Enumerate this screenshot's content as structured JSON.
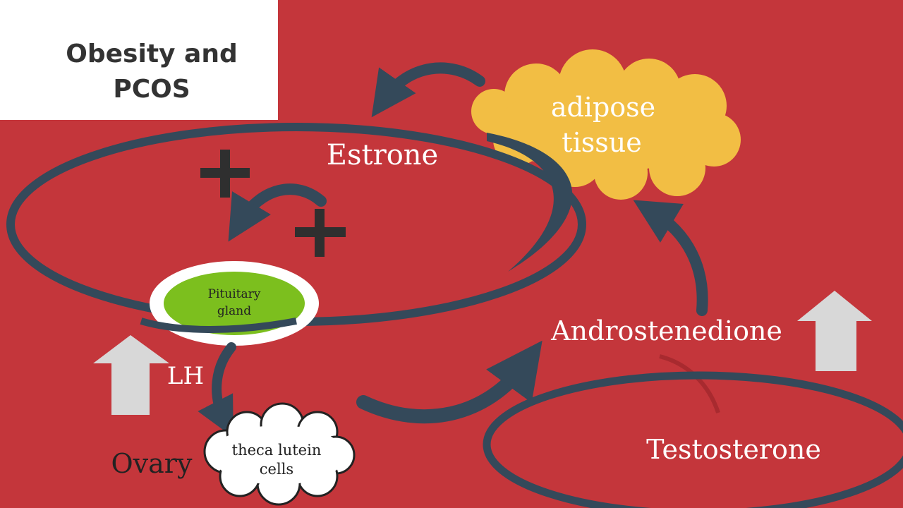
{
  "title": "Obesity and\nPCOS",
  "nodes": {
    "adipose_line1": "adipose",
    "adipose_line2": "tissue",
    "estrone": "Estrone",
    "pituitary_line1": "Pituitary",
    "pituitary_line2": "gland",
    "lh": "LH",
    "ovary": "Ovary",
    "theca_line1": "theca lutein",
    "theca_line2": "cells",
    "androstenedione": "Androstenedione",
    "testosterone": "Testosterone"
  },
  "symbols": {
    "plus": "+"
  },
  "colors": {
    "background": "#c4363b",
    "arrow_dark": "#34495a",
    "adipose_cloud": "#f2be44",
    "pituitary_fill": "#7cbf1e",
    "up_arrow": "#d8d8d8",
    "plus_sign": "#2f2f2f"
  }
}
